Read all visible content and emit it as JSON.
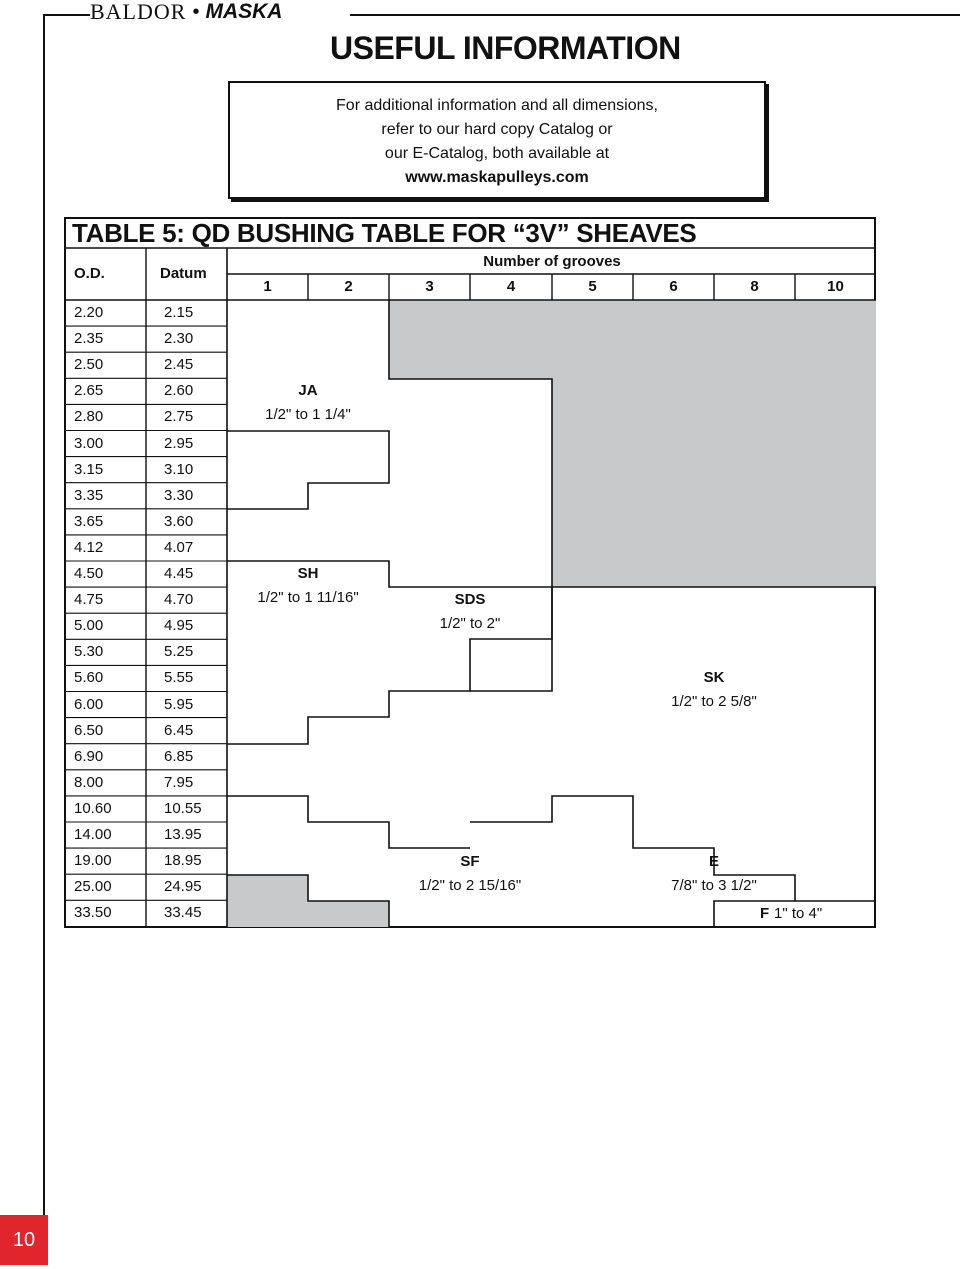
{
  "header": {
    "brand": "BALDOR",
    "separator": "•",
    "brand2": "MASKA"
  },
  "page_title": "USEFUL INFORMATION",
  "info_box": {
    "lines": [
      "For additional information and all dimensions,",
      "refer to our hard copy Catalog or",
      "our E-Catalog, both available at",
      "www.maskapulleys.com"
    ]
  },
  "page_number": "10",
  "table": {
    "title": "TABLE 5: QD BUSHING TABLE FOR “3V” SHEAVES",
    "headers": {
      "od": "O.D.",
      "datum": "Datum",
      "grooves": "Number of grooves"
    },
    "groove_counts": [
      "1",
      "2",
      "3",
      "4",
      "5",
      "6",
      "8",
      "10"
    ],
    "rows": [
      {
        "od": "2.20",
        "datum": "2.15"
      },
      {
        "od": "2.35",
        "datum": "2.30"
      },
      {
        "od": "2.50",
        "datum": "2.45"
      },
      {
        "od": "2.65",
        "datum": "2.60"
      },
      {
        "od": "2.80",
        "datum": "2.75"
      },
      {
        "od": "3.00",
        "datum": "2.95"
      },
      {
        "od": "3.15",
        "datum": "3.10"
      },
      {
        "od": "3.35",
        "datum": "3.30"
      },
      {
        "od": "3.65",
        "datum": "3.60"
      },
      {
        "od": "4.12",
        "datum": "4.07"
      },
      {
        "od": "4.50",
        "datum": "4.45"
      },
      {
        "od": "4.75",
        "datum": "4.70"
      },
      {
        "od": "5.00",
        "datum": "4.95"
      },
      {
        "od": "5.30",
        "datum": "5.25"
      },
      {
        "od": "5.60",
        "datum": "5.55"
      },
      {
        "od": "6.00",
        "datum": "5.95"
      },
      {
        "od": "6.50",
        "datum": "6.45"
      },
      {
        "od": "6.90",
        "datum": "6.85"
      },
      {
        "od": "8.00",
        "datum": "7.95"
      },
      {
        "od": "10.60",
        "datum": "10.55"
      },
      {
        "od": "14.00",
        "datum": "13.95"
      },
      {
        "od": "19.00",
        "datum": "18.95"
      },
      {
        "od": "25.00",
        "datum": "24.95"
      },
      {
        "od": "33.50",
        "datum": "33.45"
      }
    ],
    "regions": {
      "ja": {
        "name": "JA",
        "range": "1/2\" to 1 1/4\""
      },
      "sh": {
        "name": "SH",
        "range": "1/2\" to 1 11/16\""
      },
      "sds": {
        "name": "SDS",
        "range": "1/2\" to 2\""
      },
      "sk": {
        "name": "SK",
        "range": "1/2\" to 2 5/8\""
      },
      "sf": {
        "name": "SF",
        "range": "1/2\" to 2 15/16\""
      },
      "e": {
        "name": "E",
        "range": "7/8\" to 3 1/2\""
      },
      "f": {
        "name": "F",
        "range": "1\" to 4\""
      }
    },
    "colors": {
      "shade": "#c8c9cb",
      "line": "#111111"
    }
  }
}
